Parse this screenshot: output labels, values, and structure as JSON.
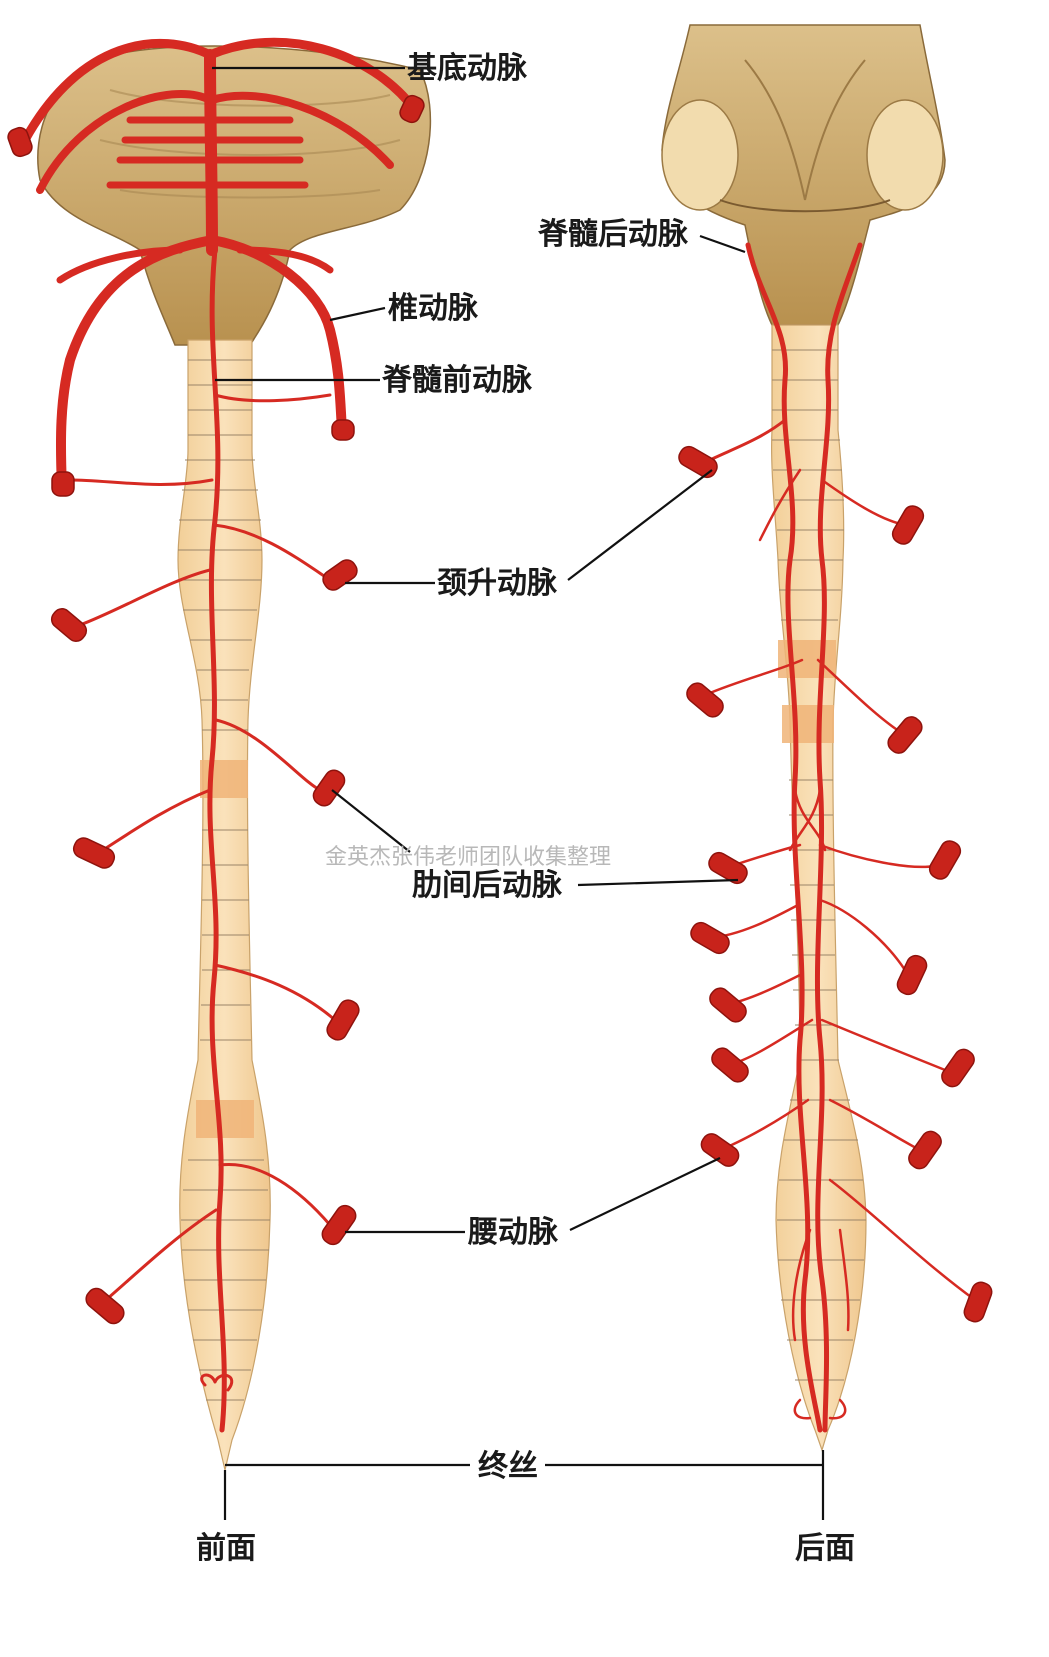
{
  "labels": {
    "basilar": "基底动脉",
    "vertebral": "椎动脉",
    "anterior_spinal": "脊髓前动脉",
    "posterior_spinal": "脊髓后动脉",
    "ascending_cervical": "颈升动脉",
    "posterior_intercostal": "肋间后动脉",
    "lumbar": "腰动脉",
    "filum_terminale": "终丝",
    "anterior_view": "前面",
    "posterior_view": "后面"
  },
  "watermark": "金英杰张伟老师团队收集整理",
  "colors": {
    "artery": "#d62a22",
    "cord": "#f6d7a8",
    "cord_highlight": "#f0b478",
    "brainstem": "#c9a464",
    "label": "#1a1a1a"
  }
}
